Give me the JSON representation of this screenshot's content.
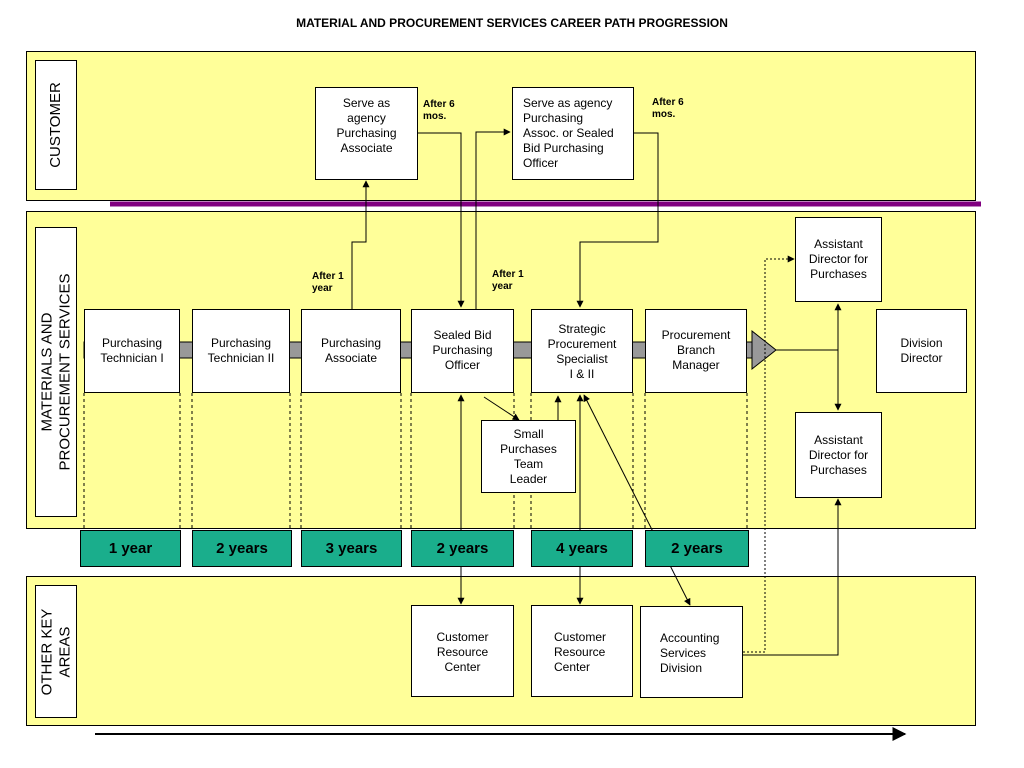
{
  "title": "MATERIAL AND PROCUREMENT SERVICES CAREER PATH PROGRESSION",
  "bands": {
    "customer": "CUSTOMER",
    "materials": "MATERIALS AND\nPROCUREMENT SERVICES",
    "other": "OTHER KEY\nAREAS"
  },
  "customer_boxes": {
    "agency_associate": "Serve as\nagency\nPurchasing\nAssociate",
    "agency_officer": "Serve as agency\nPurchasing\nAssoc. or Sealed\nBid Purchasing\nOfficer"
  },
  "notes": {
    "after6_a": "After 6\nmos.",
    "after6_b": "After 6\nmos.",
    "after1_a": "After 1\nyear",
    "after1_b": "After 1\nyear"
  },
  "career_boxes": {
    "tech1": "Purchasing\nTechnician I",
    "tech2": "Purchasing\nTechnician II",
    "associate": "Purchasing\nAssociate",
    "sealed_bid": "Sealed Bid\nPurchasing\nOfficer",
    "strategic": "Strategic\nProcurement\nSpecialist\nI & II",
    "branch_mgr": "Procurement\nBranch\nManager",
    "small_purchases": "Small\nPurchases\nTeam\nLeader",
    "asst_dir_top": "Assistant\nDirector for\nPurchases",
    "asst_dir_bottom": "Assistant\nDirector for\nPurchases",
    "division_director": "Division\nDirector"
  },
  "durations": [
    "1 year",
    "2 years",
    "3 years",
    "2 years",
    "4 years",
    "2 years"
  ],
  "other_boxes": {
    "crc1": "Customer\nResource\nCenter",
    "crc2": "Customer\nResource\nCenter",
    "accounting": "Accounting\nServices\nDivision"
  },
  "colors": {
    "band": "#ffff99",
    "duration": "#1aae8c",
    "divider": "#800080",
    "track": "#999999"
  }
}
